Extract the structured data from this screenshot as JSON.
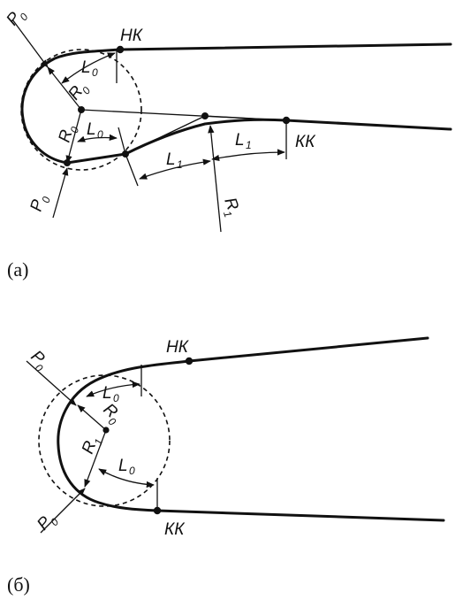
{
  "figure_a": {
    "caption": "(а)",
    "labels": {
      "start_point": "НК",
      "end_point": "КК",
      "p_top": "P",
      "p_top_sub": "0",
      "p_bottom": "P",
      "p_bottom_sub": "0",
      "r0_a": "R",
      "r0_a_sub": "0",
      "r0_b": "R",
      "r0_b_sub": "0",
      "r1": "R",
      "r1_sub": "1",
      "l0_top": "L",
      "l0_top_sub": "0",
      "l0_mid": "L",
      "l0_mid_sub": "0",
      "l1_left": "L",
      "l1_left_sub": "1",
      "l1_right": "L",
      "l1_right_sub": "1"
    }
  },
  "figure_b": {
    "caption": "(б)",
    "labels": {
      "start_point": "НК",
      "end_point": "КК",
      "p_top": "P",
      "p_top_sub": "0",
      "p_bottom": "P",
      "p_bottom_sub": "0",
      "r0": "R",
      "r0_sub": "0",
      "r1": "R",
      "r1_sub": "1",
      "l0_top": "L",
      "l0_top_sub": "0",
      "l0_bottom": "L",
      "l0_bottom_sub": "0"
    }
  },
  "colors": {
    "stroke": "#111111",
    "background": "#ffffff"
  }
}
